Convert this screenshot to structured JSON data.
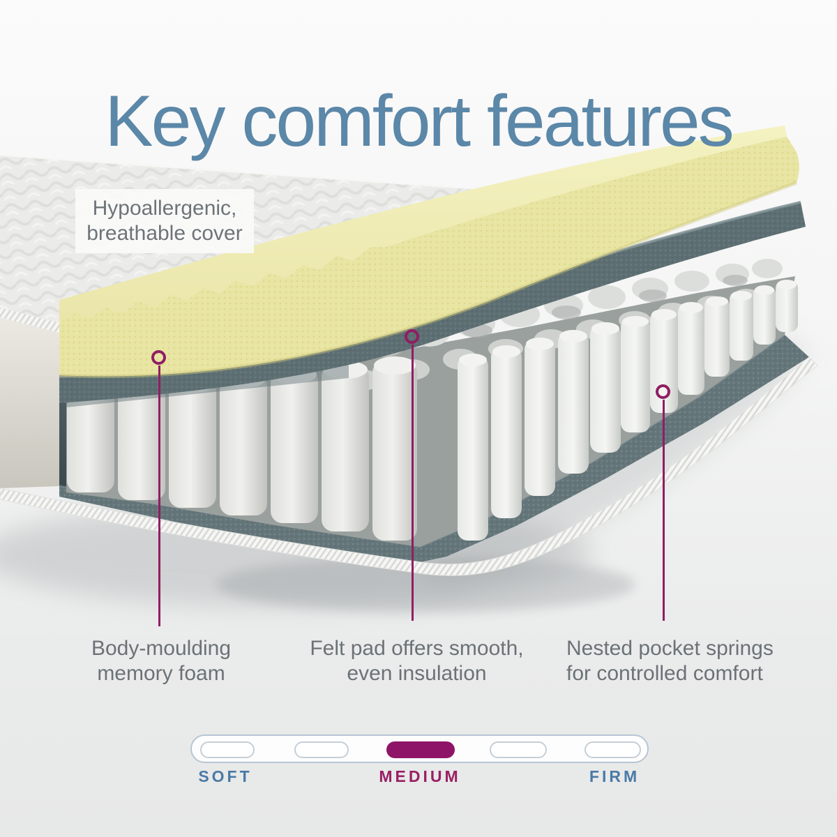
{
  "title": {
    "text": "Key comfort features"
  },
  "callouts": {
    "cover": {
      "line1": "Hypoallergenic,",
      "line2": "breathable cover"
    },
    "foam": {
      "line1": "Body-moulding",
      "line2": "memory foam"
    },
    "felt": {
      "line1": "Felt pad offers smooth,",
      "line2": "even insulation"
    },
    "springs": {
      "line1": "Nested pocket springs",
      "line2": "for controlled comfort"
    }
  },
  "firmness_scale": {
    "segments": [
      {
        "label": "SOFT",
        "filled": false
      },
      {
        "label": "",
        "filled": false
      },
      {
        "label": "MEDIUM",
        "filled": true
      },
      {
        "label": "",
        "filled": false
      },
      {
        "label": "FIRM",
        "filled": false
      }
    ],
    "selected": "MEDIUM"
  },
  "colors": {
    "title_blue": "#5b87a8",
    "label_gray": "#6b7276",
    "accent_magenta": "#8f1e63",
    "scale_selected_fill": "#8e1468",
    "scale_label_blue": "#4a7aa6",
    "foam_yellow": "#e8e4a2",
    "felt_slate": "#5d6f72"
  }
}
